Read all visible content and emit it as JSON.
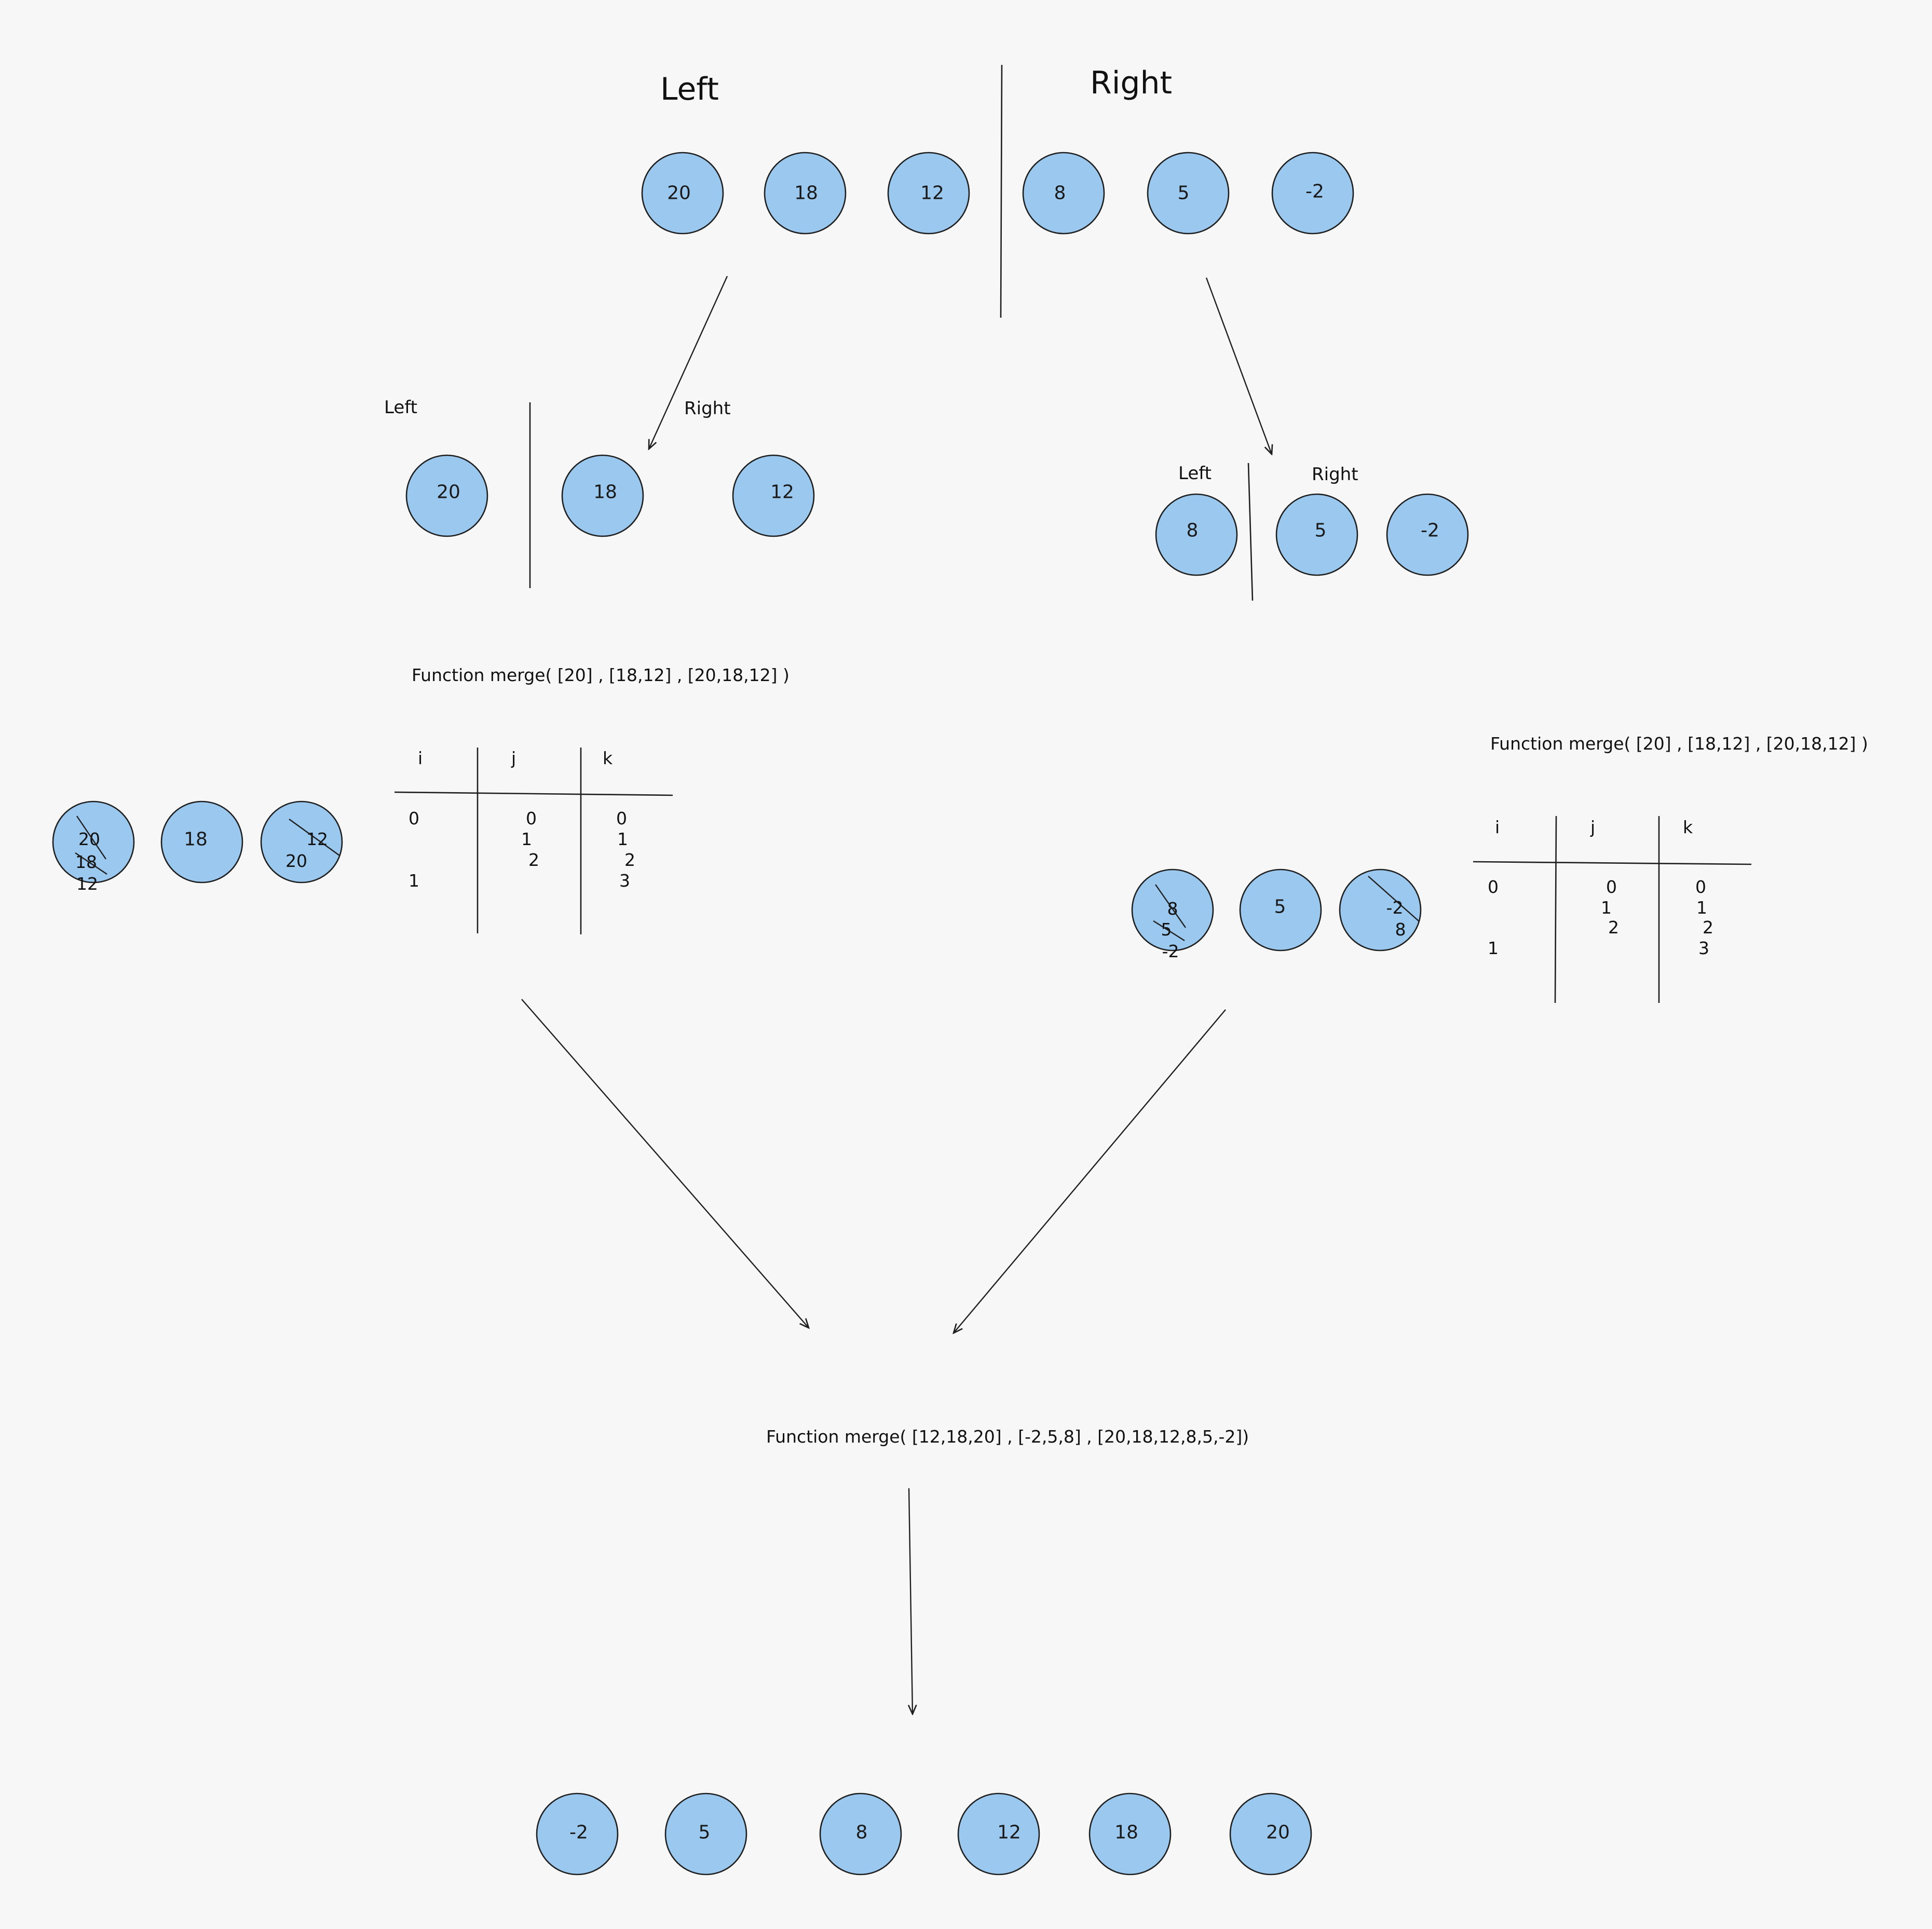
{
  "top": {
    "left_label": "Left",
    "right_label": "Right",
    "values": [
      "20",
      "18",
      "12",
      "8",
      "5",
      "-2"
    ]
  },
  "split_left": {
    "left_label": "Left",
    "right_label": "Right",
    "values": [
      "20",
      "18",
      "12"
    ]
  },
  "split_right": {
    "left_label": "Left",
    "right_label": "Right",
    "values": [
      "8",
      "5",
      "-2"
    ]
  },
  "merge_left": {
    "function_text": "Function merge( [20] , [18,12] , [20,18,12] )",
    "circles": [
      "",
      "18",
      ""
    ],
    "circle_notes": {
      "first": [
        "20",
        "18",
        "12"
      ],
      "third": [
        "12",
        "20"
      ]
    },
    "table": {
      "headers": [
        "i",
        "j",
        "k"
      ],
      "i_values": [
        "0",
        "1"
      ],
      "j_values": [
        "0",
        "1",
        "2"
      ],
      "k_values": [
        "0",
        "1",
        "2",
        "3"
      ]
    }
  },
  "merge_right": {
    "function_text": "Function merge( [20] , [18,12] , [20,18,12] )",
    "circles": [
      "",
      "5",
      ""
    ],
    "circle_notes": {
      "first": [
        "8",
        "5",
        "-2"
      ],
      "third": [
        "-2",
        "8"
      ]
    },
    "table": {
      "headers": [
        "i",
        "j",
        "k"
      ],
      "i_values": [
        "0",
        "1"
      ],
      "j_values": [
        "0",
        "1",
        "2"
      ],
      "k_values": [
        "0",
        "1",
        "2",
        "3"
      ]
    }
  },
  "final_merge": {
    "function_text": "Function merge( [12,18,20] , [-2,5,8] , [20,18,12,8,5,-2])"
  },
  "result": {
    "values": [
      "-2",
      "5",
      "8",
      "12",
      "18",
      "20"
    ]
  },
  "colors": {
    "node_fill": "#9ac8ee",
    "stroke": "#1f1f1f",
    "background": "#f7f7f7"
  }
}
